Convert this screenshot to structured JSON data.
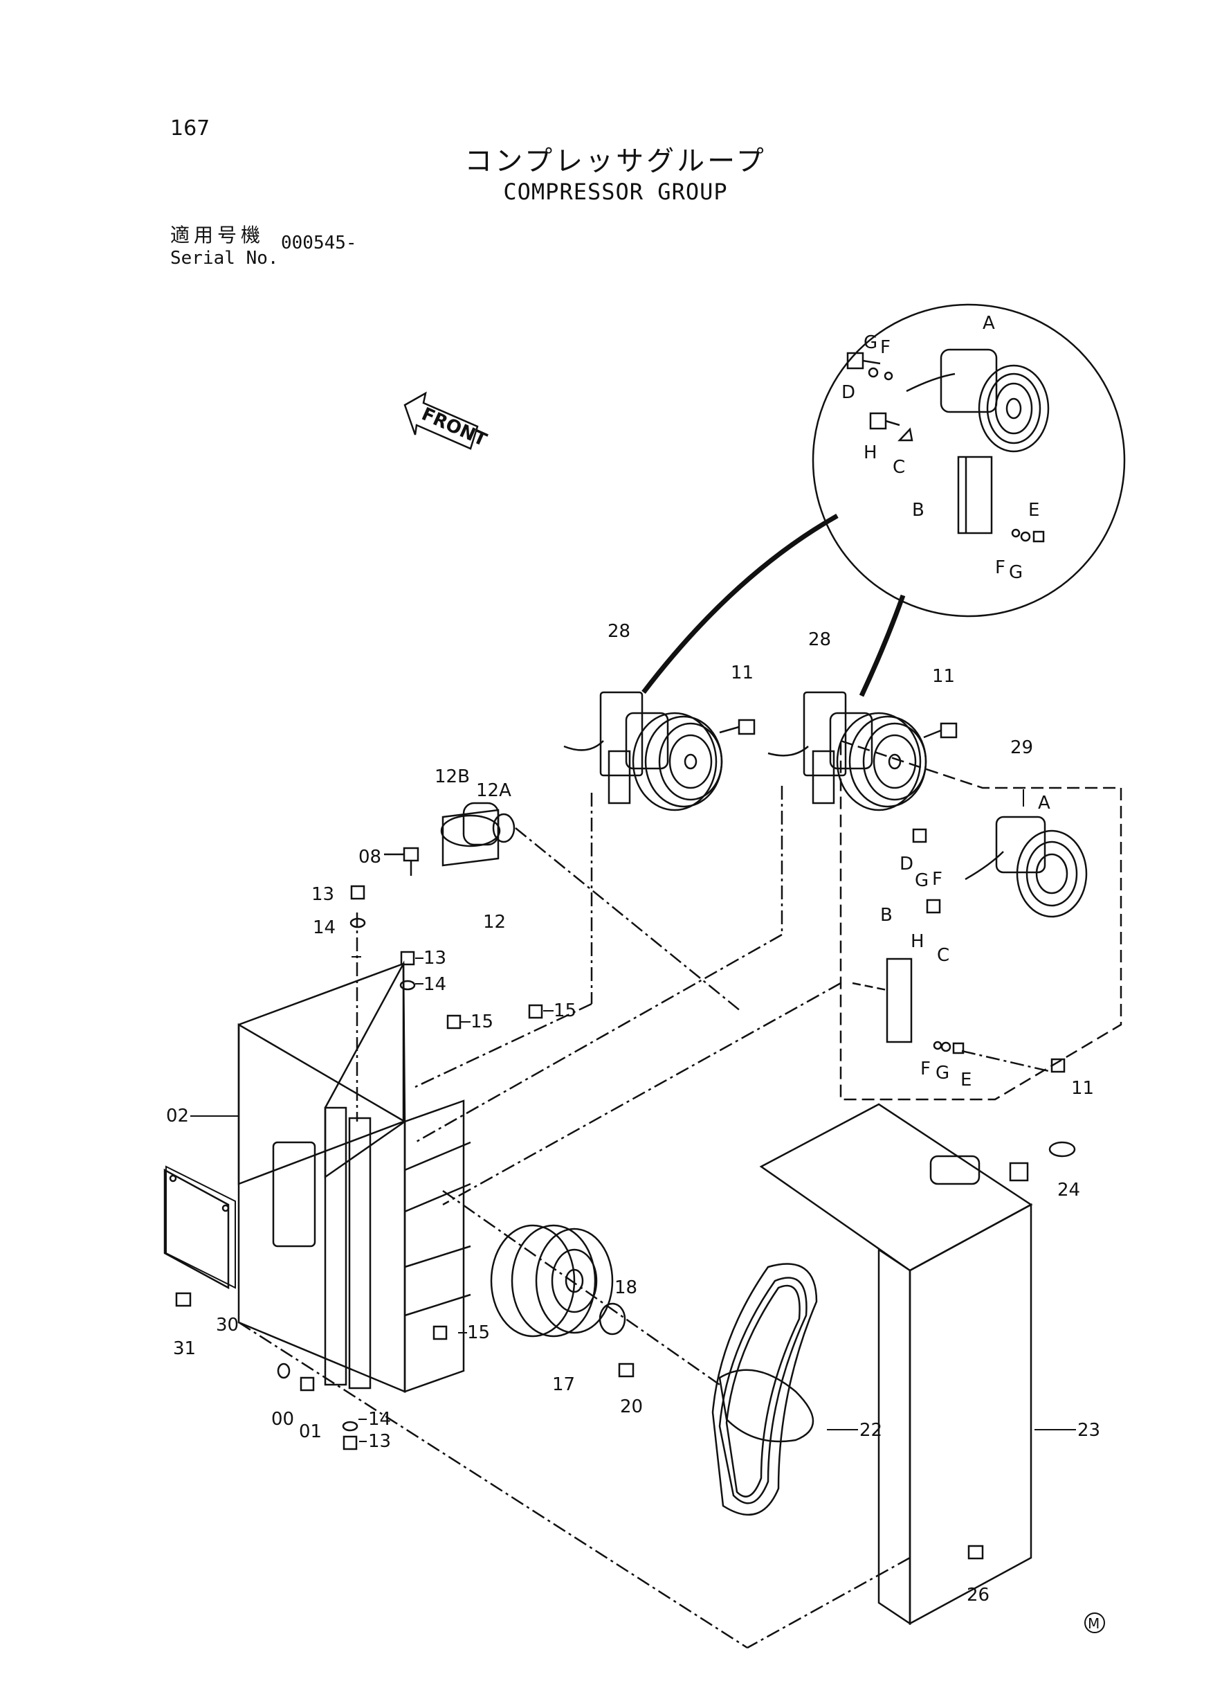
{
  "page": {
    "number": "167",
    "title_jp": "コンプレッサグループ",
    "title_en": "COMPRESSOR GROUP",
    "serial_label_jp": "適用号機",
    "serial_label_en": "Serial No.",
    "serial_value": "000545-",
    "front_label": "FRONT",
    "mark": "M"
  },
  "callouts": {
    "p28a": "28",
    "p28b": "28",
    "p11a": "11",
    "p11b": "11",
    "p11c": "11",
    "p29": "29",
    "p12": "12",
    "p12a": "12A",
    "p12b": "12B",
    "p08": "08",
    "p13a": "13",
    "p13b": "13",
    "p13c": "13",
    "p14a": "14",
    "p14b": "14",
    "p14c": "14",
    "p15a": "15",
    "p15b": "15",
    "p15c": "15",
    "p02": "02",
    "p30": "30",
    "p31": "31",
    "p00": "00",
    "p01": "01",
    "p17": "17",
    "p18": "18",
    "p20": "20",
    "p22": "22",
    "p23": "23",
    "p24": "24",
    "p26": "26"
  },
  "detail_letters": {
    "A": "A",
    "B": "B",
    "C": "C",
    "D": "D",
    "E": "E",
    "F": "F",
    "G": "G",
    "H": "H"
  }
}
